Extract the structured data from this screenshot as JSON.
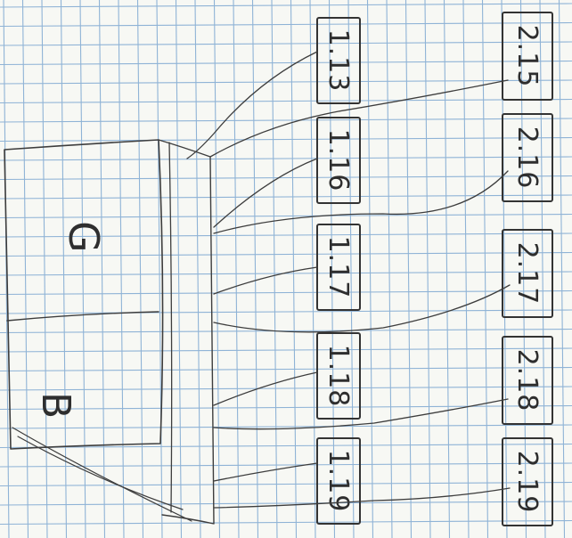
{
  "paper": {
    "grid_color": "#8fb3d6",
    "pencil_color": "#3a3a3a",
    "background": "#f7f8f4"
  },
  "device": {
    "top_label": "G",
    "bottom_label": "B"
  },
  "left_column": [
    {
      "id": "1.13",
      "label": "1.13"
    },
    {
      "id": "1.16",
      "label": "1.16"
    },
    {
      "id": "1.17",
      "label": "1.17"
    },
    {
      "id": "1.18",
      "label": "1.18"
    },
    {
      "id": "1.19",
      "label": "1.19"
    }
  ],
  "right_column": [
    {
      "id": "2.15",
      "label": "2.15"
    },
    {
      "id": "2.16",
      "label": "2.16"
    },
    {
      "id": "2.17",
      "label": "2.17"
    },
    {
      "id": "2.18",
      "label": "2.18"
    },
    {
      "id": "2.19",
      "label": "2.19"
    }
  ]
}
